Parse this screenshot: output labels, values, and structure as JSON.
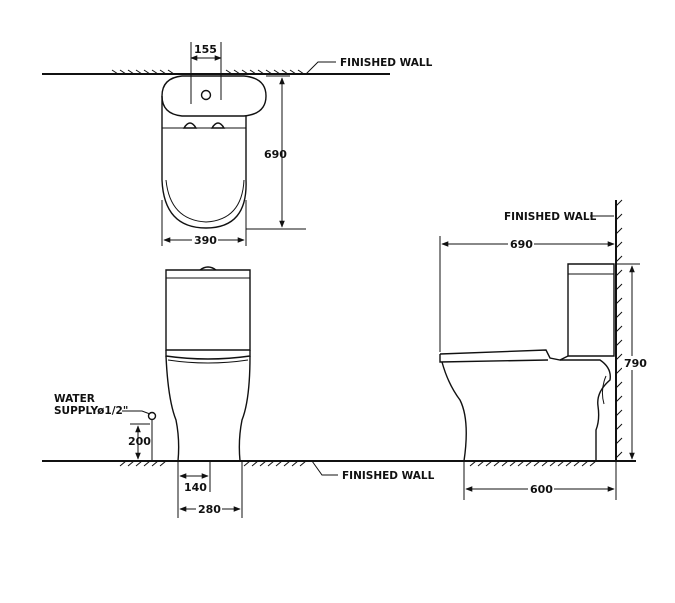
{
  "labels": {
    "finished_wall_top": "FINISHED WALL",
    "finished_wall_side": "FINISHED WALL",
    "finished_wall_floor": "FINISHED WALL",
    "water_supply_line1": "WATER",
    "water_supply_line2": "SUPPLYø1/2\""
  },
  "dimensions": {
    "top_offset": "155",
    "top_depth": "690",
    "top_width": "390",
    "side_depth": "690",
    "side_height": "790",
    "side_floor": "600",
    "front_supply_height": "200",
    "front_outlet": "140",
    "front_base": "280"
  }
}
